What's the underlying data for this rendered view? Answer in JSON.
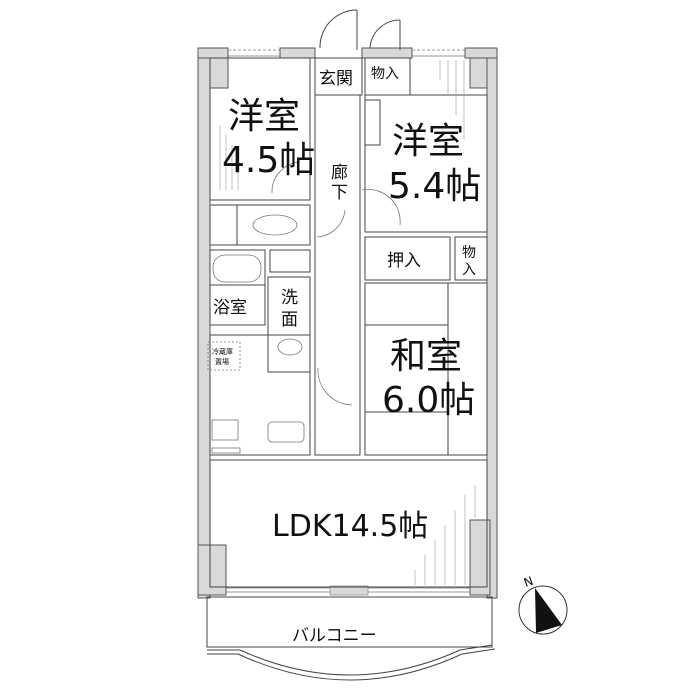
{
  "floorplan": {
    "rooms": {
      "western_room_1": {
        "name": "洋室",
        "size": "4.5帖"
      },
      "entrance": {
        "name": "玄関"
      },
      "storage_top": {
        "name": "物入"
      },
      "hallway": {
        "name_line1": "廊",
        "name_line2": "下"
      },
      "western_room_2": {
        "name": "洋室",
        "size": "5.4帖"
      },
      "oshiire": {
        "name": "押入"
      },
      "storage_side": {
        "name_line1": "物",
        "name_line2": "入"
      },
      "bathroom": {
        "name": "浴室"
      },
      "washroom": {
        "name_line1": "洗",
        "name_line2": "面"
      },
      "fridge_space": {
        "line1": "冷蔵庫",
        "line2": "置場"
      },
      "japanese_room": {
        "name": "和室",
        "size": "6.0帖"
      },
      "ldk": {
        "name": "LDK14.5帖"
      },
      "balcony": {
        "name": "バルコニー"
      }
    },
    "compass": {
      "label": "N"
    }
  }
}
